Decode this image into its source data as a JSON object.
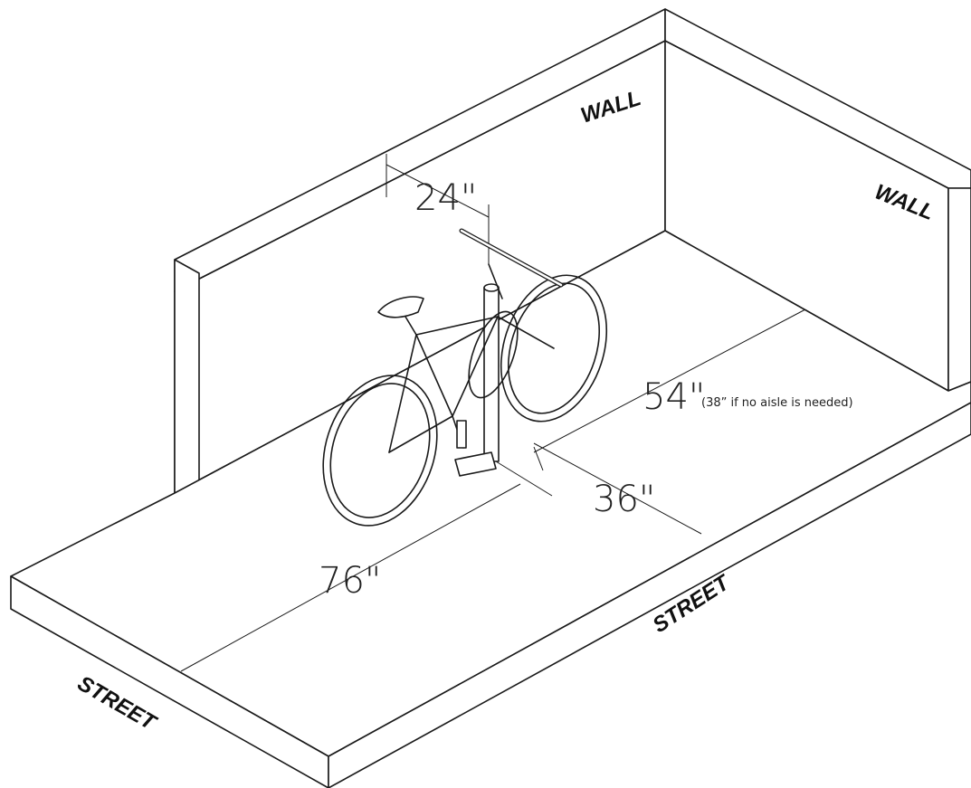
{
  "labels": {
    "wall_back": "WALL",
    "wall_side": "WALL",
    "street_front": "STREET",
    "street_side": "STREET"
  },
  "dimensions": {
    "d24": "24\"",
    "d54": "54\"",
    "d54_note": "(38” if no aisle is needed)",
    "d36": "36\"",
    "d76": "76\""
  }
}
